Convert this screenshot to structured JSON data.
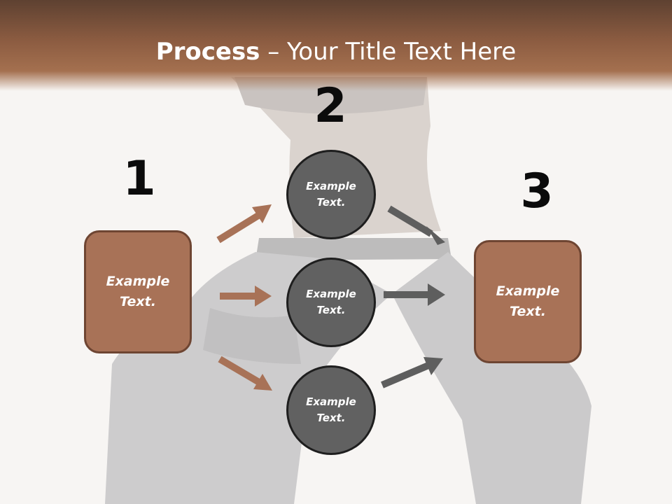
{
  "title": {
    "bold": "Process",
    "rest": " – Your Title Text Here"
  },
  "steps": {
    "one": "1",
    "two": "2",
    "three": "3"
  },
  "boxes": {
    "left": {
      "line1": "Example",
      "line2": "Text."
    },
    "right": {
      "line1": "Example",
      "line2": "Text."
    }
  },
  "circles": [
    {
      "line1": "Example",
      "line2": "Text."
    },
    {
      "line1": "Example",
      "line2": "Text."
    },
    {
      "line1": "Example",
      "line2": "Text."
    }
  ],
  "colors": {
    "header": "#8c5c41",
    "box_fill": "#a87257",
    "box_border": "#6e4532",
    "circle_fill": "#616161",
    "circle_border": "#1e1e1e",
    "arrow_brown": "#a87257",
    "arrow_gray": "#5e5e5e"
  }
}
